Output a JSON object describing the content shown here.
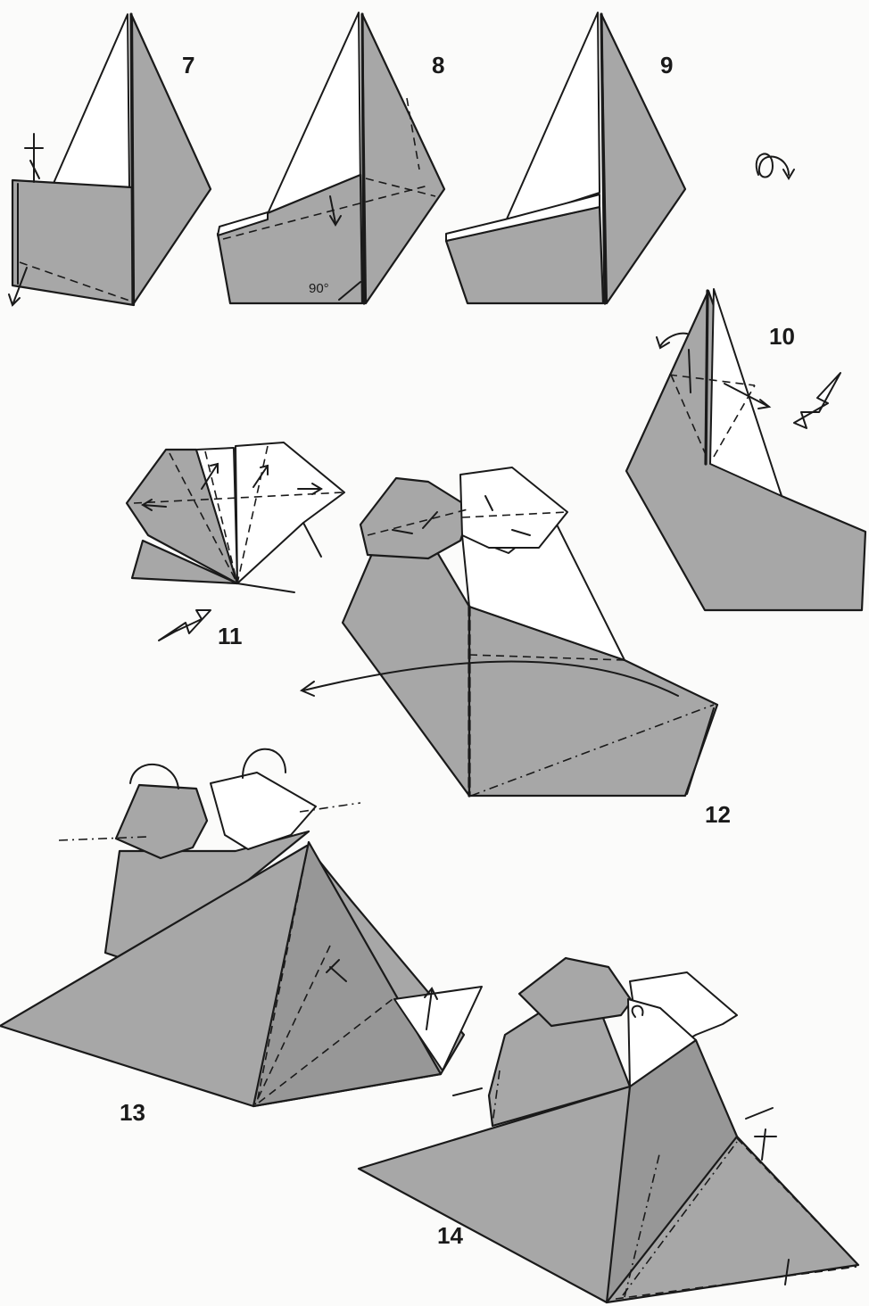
{
  "steps": [
    {
      "number": "7"
    },
    {
      "number": "8",
      "angle_label": "90°"
    },
    {
      "number": "9"
    },
    {
      "number": "10"
    },
    {
      "number": "11"
    },
    {
      "number": "12"
    },
    {
      "number": "13"
    },
    {
      "number": "14"
    }
  ],
  "colors": {
    "paper_colored": "#a7a7a7",
    "paper_white": "#ffffff",
    "line": "#1a1a1a"
  },
  "symbols": [
    "turn-over-symbol",
    "push-arrow",
    "mountain-fold",
    "valley-fold"
  ]
}
